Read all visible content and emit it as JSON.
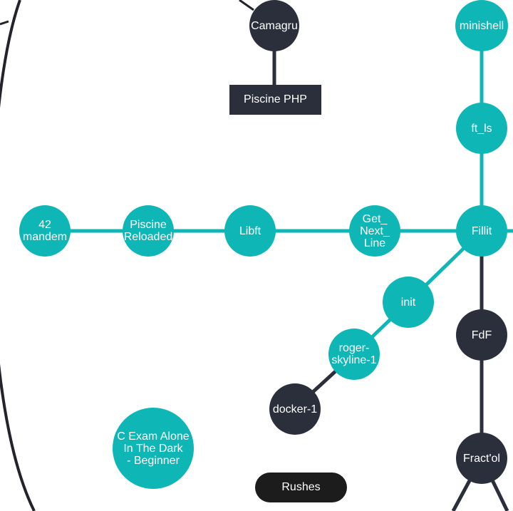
{
  "colors": {
    "teal": "#0fb6b6",
    "dark": "#2b2f3c",
    "pill": "#1c1c1c",
    "ring": "#23232b"
  },
  "nodes": {
    "camagru": "Camagru",
    "minishell": "minishell",
    "ft_ls": "ft_ls",
    "tandem": "42\nmandem",
    "piscine_reloaded": "Piscine\nReloaded",
    "libft": "Libft",
    "get_next_line": "Get_\nNext_\nLine",
    "fillit": "Fillit",
    "init": "init",
    "fdf": "FdF",
    "roger_skyline": "roger-\nskyline-1",
    "docker": "docker-1",
    "exam": "C Exam Alone\nIn The Dark\n- Beginner",
    "fractol": "Fract'ol"
  },
  "labels": {
    "piscine_php": "Piscine PHP",
    "rushes": "Rushes"
  }
}
